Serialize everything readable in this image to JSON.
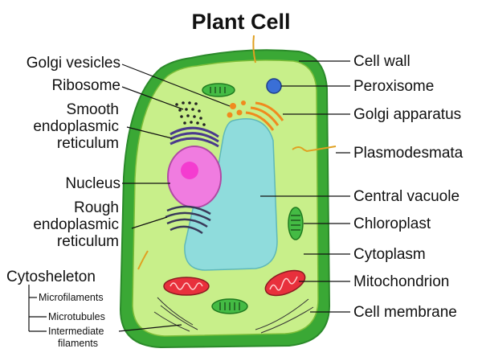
{
  "title": "Plant Cell",
  "labels_left": {
    "golgi_vesicles": "Golgi vesicles",
    "ribosome": "Ribosome",
    "smooth_er_line1": "Smooth",
    "smooth_er_line2": "endoplasmic",
    "smooth_er_line3": "reticulum",
    "nucleus": "Nucleus",
    "rough_er_line1": "Rough",
    "rough_er_line2": "endoplasmic",
    "rough_er_line3": "reticulum",
    "cytoskeleton": "Cytosheleton",
    "microfilaments": "Microfilaments",
    "microtubules": "Microtubules",
    "intermediate_line1": "Intermediate",
    "intermediate_line2": "filaments"
  },
  "labels_right": {
    "cell_wall": "Cell wall",
    "peroxisome": "Peroxisome",
    "golgi_apparatus": "Golgi apparatus",
    "plasmodesmata": "Plasmodesmata",
    "central_vacuole": "Central vacuole",
    "chloroplast": "Chloroplast",
    "cytoplasm": "Cytoplasm",
    "mitochondrion": "Mitochondrion",
    "cell_membrane": "Cell membrane"
  },
  "colors": {
    "cell_wall": "#3aa835",
    "cytoplasm": "#c8ef8a",
    "vacuole": "#8fdcdc",
    "nucleus": "#f07ce0",
    "nucleolus": "#f43cd0",
    "chloroplast": "#44bb44",
    "mitochondrion": "#e8303c",
    "golgi": "#f08a1e",
    "er": "#4a3a8c",
    "peroxisome": "#3a6fd6",
    "plasmodesmata": "#e0a020"
  }
}
